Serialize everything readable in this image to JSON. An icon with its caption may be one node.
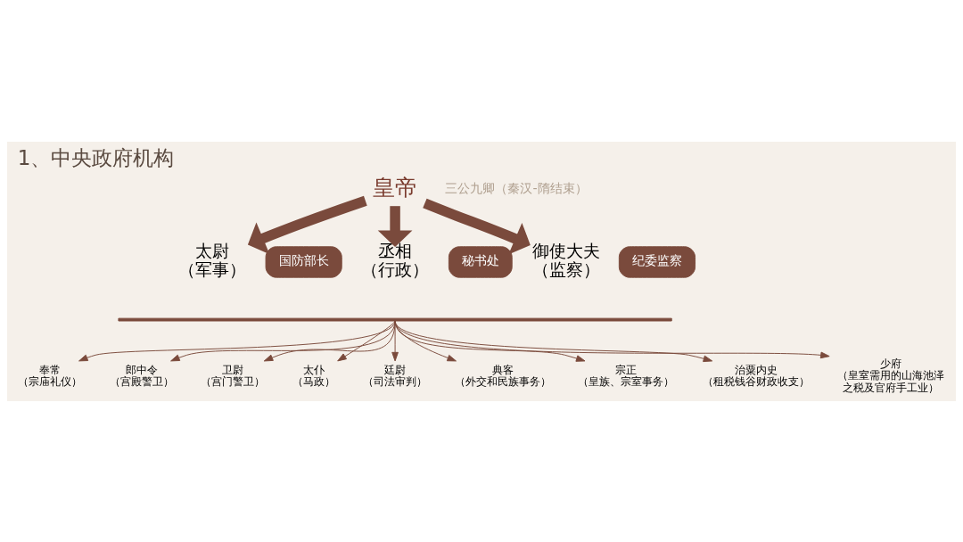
{
  "diagram": {
    "title": "1、中央政府机构",
    "nodes": [
      {
        "text": [
          "皇帝"
        ],
        "beside": [
          "三公九卿（秦汉-隋结束）"
        ]
      },
      {
        "text": [
          "太尉",
          "（军事）"
        ]
      },
      {
        "text": [
          "国防部长"
        ]
      },
      {
        "text": [
          "丞相",
          "（行政）"
        ]
      },
      {
        "text": [
          "秘书处"
        ]
      },
      {
        "text": [
          "御使大夫",
          "（监察）"
        ]
      },
      {
        "text": [
          "纪委监察"
        ]
      },
      {
        "text": [],
        "shape": "bar"
      },
      {
        "text": [
          "奉常",
          "（宗庙礼仪）"
        ]
      },
      {
        "text": [
          "郎中令",
          "（宫殿警卫）"
        ]
      },
      {
        "text": [
          "卫尉",
          "（宫门警卫）"
        ]
      },
      {
        "text": [
          "太仆",
          "（马政）"
        ]
      },
      {
        "text": [
          "廷尉",
          "（司法审判）"
        ]
      },
      {
        "text": [
          "典客",
          "（外交和民族事务）"
        ]
      },
      {
        "text": [
          "宗正",
          "（皇族、宗室事务）"
        ]
      },
      {
        "text": [
          "治粟内史",
          "（租税钱谷财政收支）"
        ]
      },
      {
        "text": [
          "少府",
          "（皇室需用的山海池泽之税及官府手工业）"
        ]
      }
    ],
    "edges": [
      {
        "from": 0,
        "to": 1,
        "arrow": "to",
        "style": "thick"
      },
      {
        "from": 0,
        "to": 3,
        "arrow": "to",
        "style": "thick"
      },
      {
        "from": 0,
        "to": 5,
        "arrow": "to",
        "style": "thick"
      },
      {
        "from": 7,
        "to": 8,
        "arrow": "to"
      },
      {
        "from": 7,
        "to": 9,
        "arrow": "to"
      },
      {
        "from": 7,
        "to": 10,
        "arrow": "to"
      },
      {
        "from": 7,
        "to": 11,
        "arrow": "to"
      },
      {
        "from": 7,
        "to": 12,
        "arrow": "to"
      },
      {
        "from": 7,
        "to": 13,
        "arrow": "to"
      },
      {
        "from": 7,
        "to": 14,
        "arrow": "to"
      },
      {
        "from": 7,
        "to": 15,
        "arrow": "to"
      },
      {
        "from": 7,
        "to": 16,
        "arrow": "to"
      }
    ]
  }
}
